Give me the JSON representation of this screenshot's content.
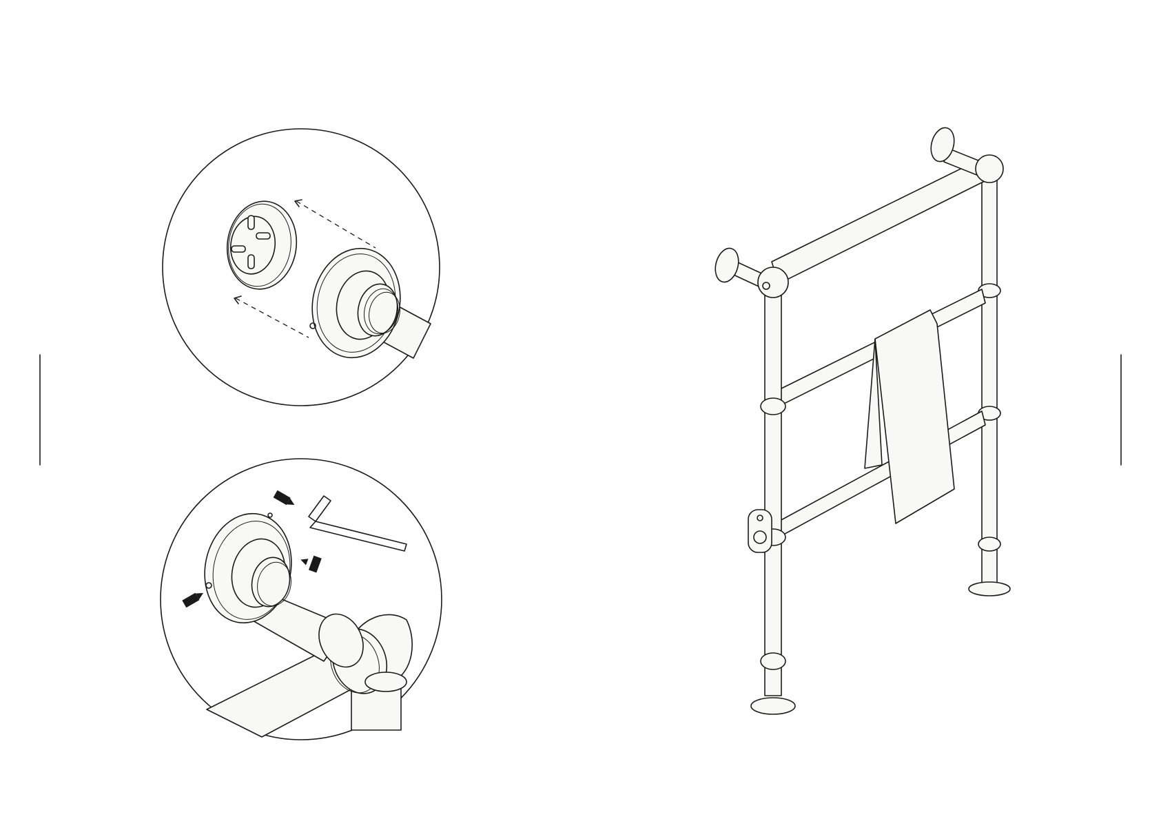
{
  "page": {
    "background": "#ffffff",
    "line_color": "#1a1a1a",
    "part_fill": "#f8f8f6"
  },
  "illustrations": [
    {
      "id": "detail-wall-plate-alignment",
      "icons": [
        "wall-plate-icon",
        "alignment-arrow-icon"
      ]
    },
    {
      "id": "detail-grub-screw-fixing",
      "icons": [
        "grub-screw-icon",
        "allen-key-icon"
      ]
    },
    {
      "id": "towel-rail-overview",
      "icons": [
        "towel-rail-icon",
        "towel-icon",
        "heating-element-icon"
      ]
    }
  ]
}
